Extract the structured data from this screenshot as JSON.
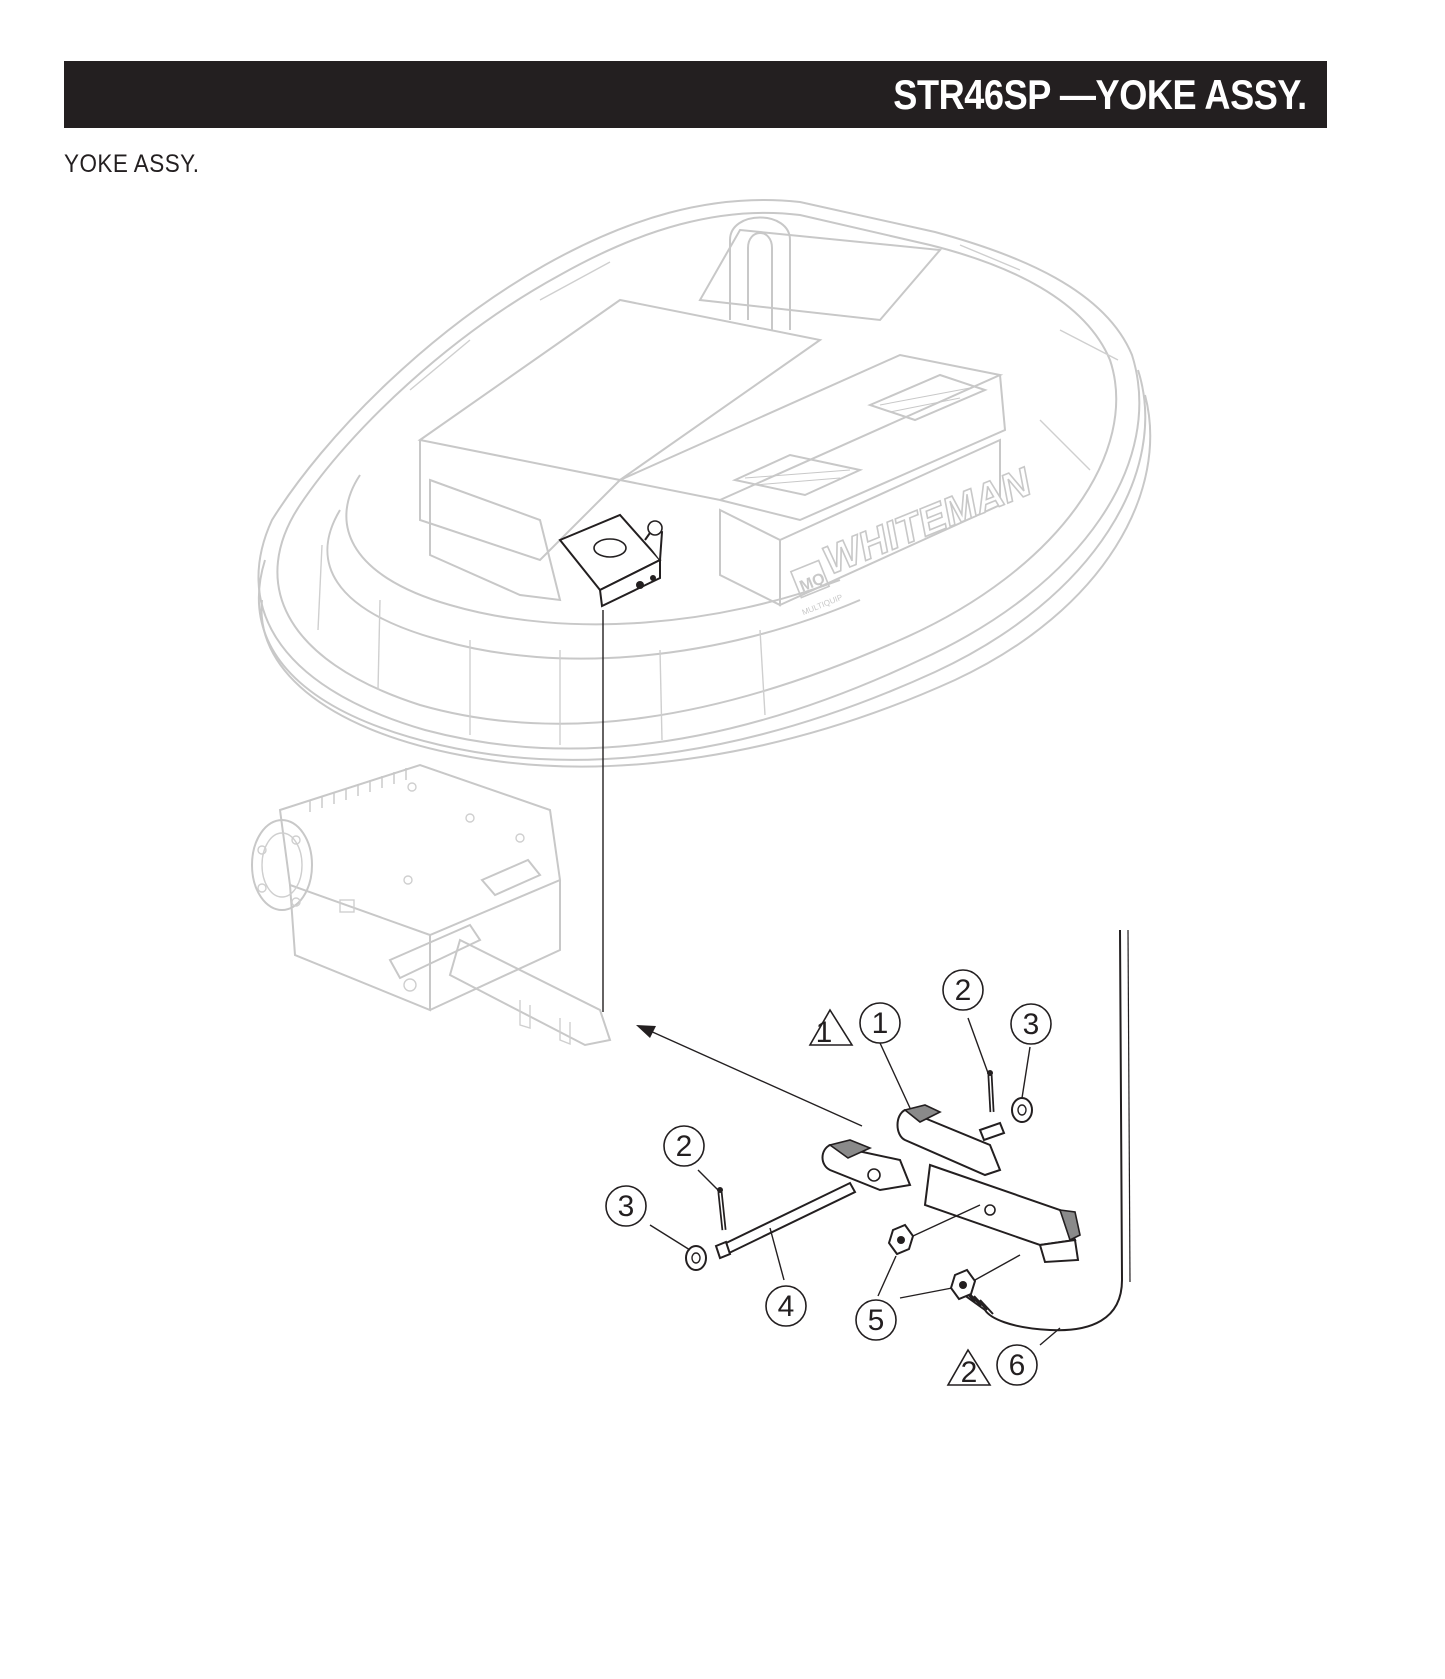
{
  "header": {
    "title": "STR46SP —YOKE ASSY."
  },
  "section_label": "YOKE ASSY.",
  "brand": {
    "logo_text": "WHITEMAN",
    "badge_text": "MQ",
    "badge_subtext": "MULTIQUIP"
  },
  "callouts": [
    {
      "id": "callout-1",
      "number": "1",
      "note_triangle": "1"
    },
    {
      "id": "callout-2a",
      "number": "2"
    },
    {
      "id": "callout-3a",
      "number": "3"
    },
    {
      "id": "callout-2b",
      "number": "2"
    },
    {
      "id": "callout-3b",
      "number": "3"
    },
    {
      "id": "callout-4",
      "number": "4"
    },
    {
      "id": "callout-5",
      "number": "5"
    },
    {
      "id": "callout-6",
      "number": "6",
      "note_triangle": "2"
    }
  ],
  "colors": {
    "header_bg": "#231f20",
    "header_text": "#ffffff",
    "ghost_line": "#c8c8c8",
    "ink": "#231f20"
  }
}
